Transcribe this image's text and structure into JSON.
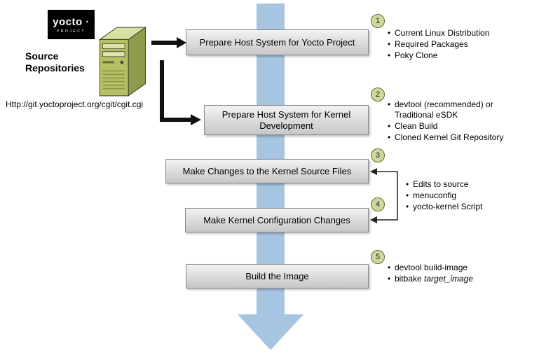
{
  "logo": {
    "title": "yocto ·",
    "subtitle": "PROJECT"
  },
  "source": {
    "line1": "Source",
    "line2": "Repositories",
    "url": "Http://git.yoctoproject.org/cgit/cgit.cgi"
  },
  "steps": [
    {
      "number": "1",
      "label": "Prepare Host System for Yocto Project",
      "bullets": [
        "Current Linux Distribution",
        "Required Packages",
        "Poky Clone"
      ]
    },
    {
      "number": "2",
      "label": "Prepare Host System for Kernel Development",
      "bullets": [
        "devtool (recommended) or Traditional eSDK",
        "Clean Build",
        "Cloned Kernel Git Repository"
      ]
    },
    {
      "number": "3",
      "label": "Make Changes to the Kernel Source Files"
    },
    {
      "number": "4",
      "label": "Make Kernel Configuration Changes"
    },
    {
      "number": "5",
      "label": "Build the Image"
    }
  ],
  "shared_bullets": [
    "Edits to source",
    "menuconfig",
    "yocto-kernel Script"
  ],
  "build_bullets": {
    "first": "devtool build-image",
    "second_prefix": "bitbake ",
    "second_italic": "target_image"
  },
  "colors": {
    "flow_arrow": "#a7c4e0",
    "box_gradient_top": "#f2f2f2",
    "box_gradient_bottom": "#c7c7c7",
    "box_border": "#8c8c8c",
    "circle_fill": "#ccd89c",
    "circle_border": "#5f6f33",
    "connector_black": "#111111"
  }
}
